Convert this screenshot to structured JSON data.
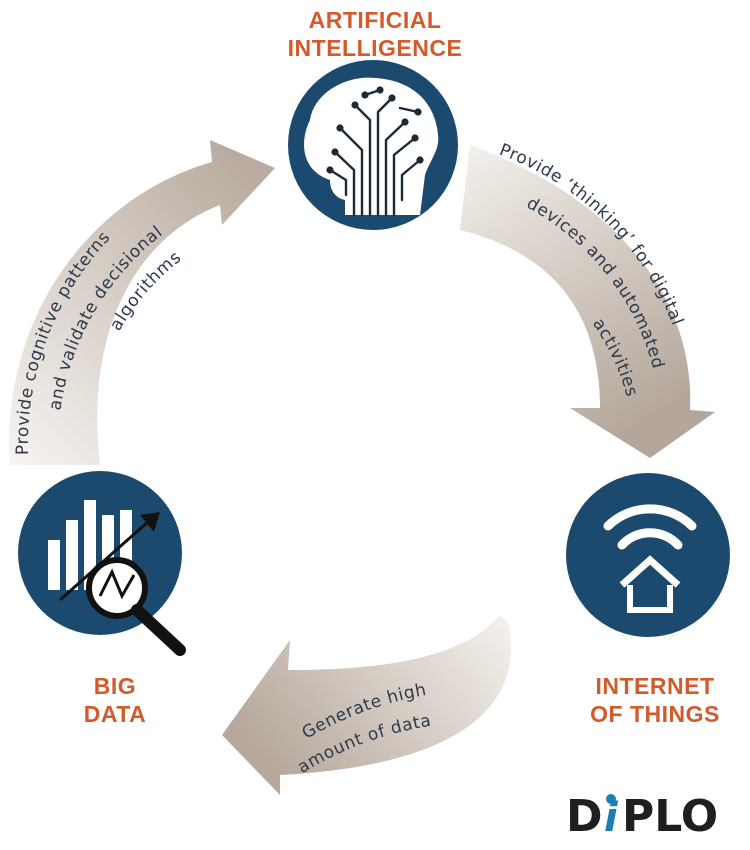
{
  "nodes": {
    "ai": {
      "title_line1": "ARTIFICIAL",
      "title_line2": "INTELLIGENCE",
      "icon": "brain-circuit-head-icon"
    },
    "iot": {
      "title_line1": "INTERNET",
      "title_line2": "OF THINGS",
      "icon": "wifi-house-icon"
    },
    "big_data": {
      "title_line1": "BIG",
      "title_line2": "DATA",
      "icon": "chart-magnifier-icon"
    }
  },
  "arrows": {
    "bd_to_ai": {
      "line1": "Provide cognitive patterns",
      "line2": "and validate decisional",
      "line3": "algorithms"
    },
    "ai_to_iot": {
      "line1": "Provide ‘thinking’ for digital",
      "line2": "devices and automated",
      "line3": "activities"
    },
    "iot_to_bd": {
      "line1": "Generate high",
      "line2": "amount of data"
    }
  },
  "logo": {
    "text_d": "D",
    "text_i": "i",
    "text_rest": "PLO"
  },
  "colors": {
    "navy": "#1c4a6e",
    "orange": "#d35a2b",
    "arrow_dark": "#b8aa9f",
    "arrow_light": "#f4f0ec",
    "text_dark": "#2d3a4a"
  }
}
